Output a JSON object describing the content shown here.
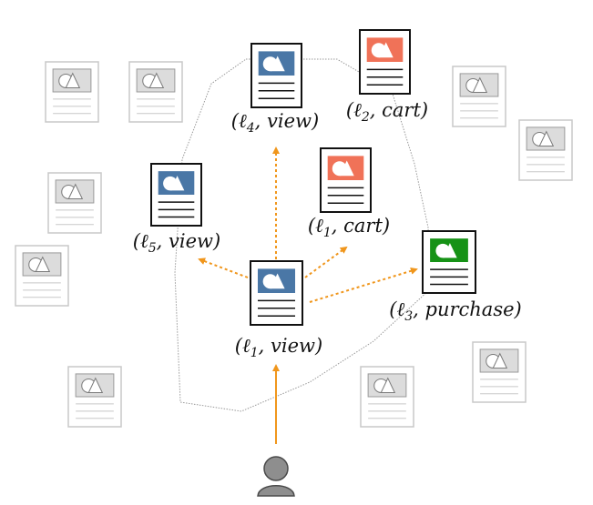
{
  "colors": {
    "view": "#4a77a6",
    "cart": "#f07258",
    "purchase": "#169216",
    "faded": "#dcdcdc",
    "arrow": "#f0961c",
    "boundary": "#999999",
    "user": "#8e8e8e"
  },
  "labels": {
    "n1": {
      "pre": "(ℓ",
      "sub": "1",
      "post": ", view)"
    },
    "n2": {
      "pre": "(ℓ",
      "sub": "2",
      "post": ", cart)"
    },
    "n3": {
      "pre": "(ℓ",
      "sub": "3",
      "post": ", purchase)"
    },
    "n4": {
      "pre": "(ℓ",
      "sub": "4",
      "post": ", view)"
    },
    "n5": {
      "pre": "(ℓ",
      "sub": "5",
      "post": ", view)"
    },
    "n6": {
      "pre": "(ℓ",
      "sub": "1",
      "post": ", cart)"
    }
  },
  "icons": {
    "user": "user-icon",
    "document": "document-icon"
  }
}
